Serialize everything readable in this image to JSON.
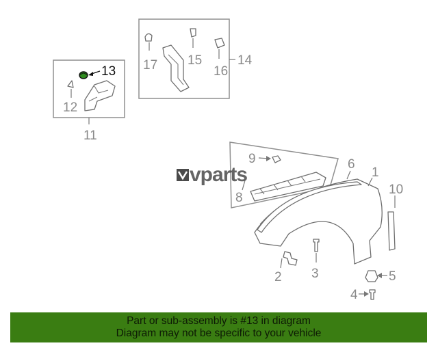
{
  "diagram": {
    "callouts": [
      "1",
      "2",
      "3",
      "4",
      "5",
      "6",
      "8",
      "9",
      "10",
      "11",
      "12",
      "13",
      "14",
      "15",
      "16",
      "17"
    ],
    "highlight_callout": "13",
    "highlight_color": "#2e8b1e"
  },
  "watermark": {
    "text": "vparts"
  },
  "banner": {
    "line1": "Part or sub-assembly is #13 in diagram",
    "line2": "Diagram may not be specific to your vehicle",
    "background": "#3a7d12"
  }
}
